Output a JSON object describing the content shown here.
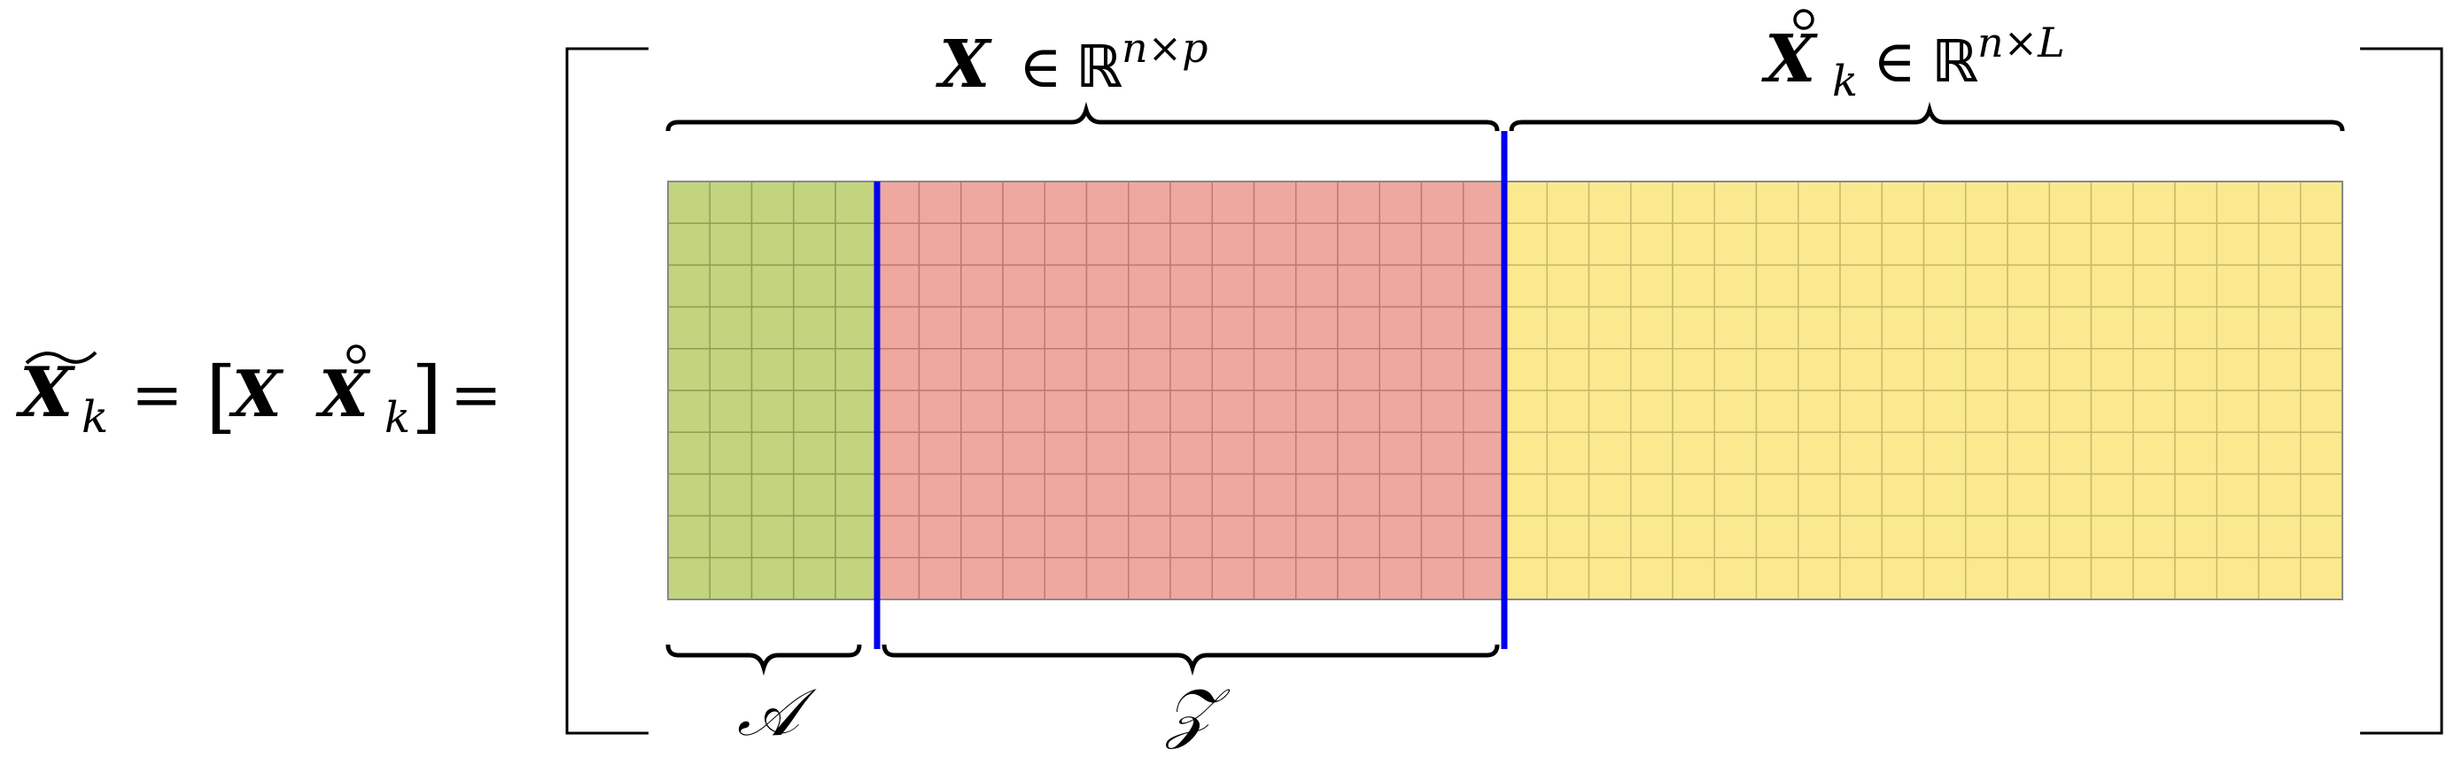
{
  "equation": {
    "lhs_symbol": "X",
    "lhs_subscript": "k",
    "eq1": "=",
    "bracket_open": "[",
    "inner_x": "X",
    "inner_xk": "X",
    "inner_xk_sub": "k",
    "bracket_close": "]",
    "eq2": "="
  },
  "top_labels": {
    "x_label": {
      "symbol": "X",
      "in": "∈",
      "field": "ℝ",
      "sup": "n×p"
    },
    "xk_label": {
      "symbol": "X",
      "sub": "k",
      "in": "∈",
      "field": "ℝ",
      "sup": "n×L"
    }
  },
  "bottom_labels": {
    "a_label": "𝒜",
    "z_label": "𝒵"
  },
  "matrix": {
    "rows": 10,
    "green_cols": 5,
    "red_cols": 15,
    "yellow_cols": 20
  },
  "colors": {
    "green": "#c2d47e",
    "green_line": "#8fa04e",
    "red": "#eea8a0",
    "red_line": "#c07870",
    "yellow": "#fae98e",
    "yellow_line": "#c8b868",
    "divider": "#0000ee",
    "ink": "#000000"
  }
}
